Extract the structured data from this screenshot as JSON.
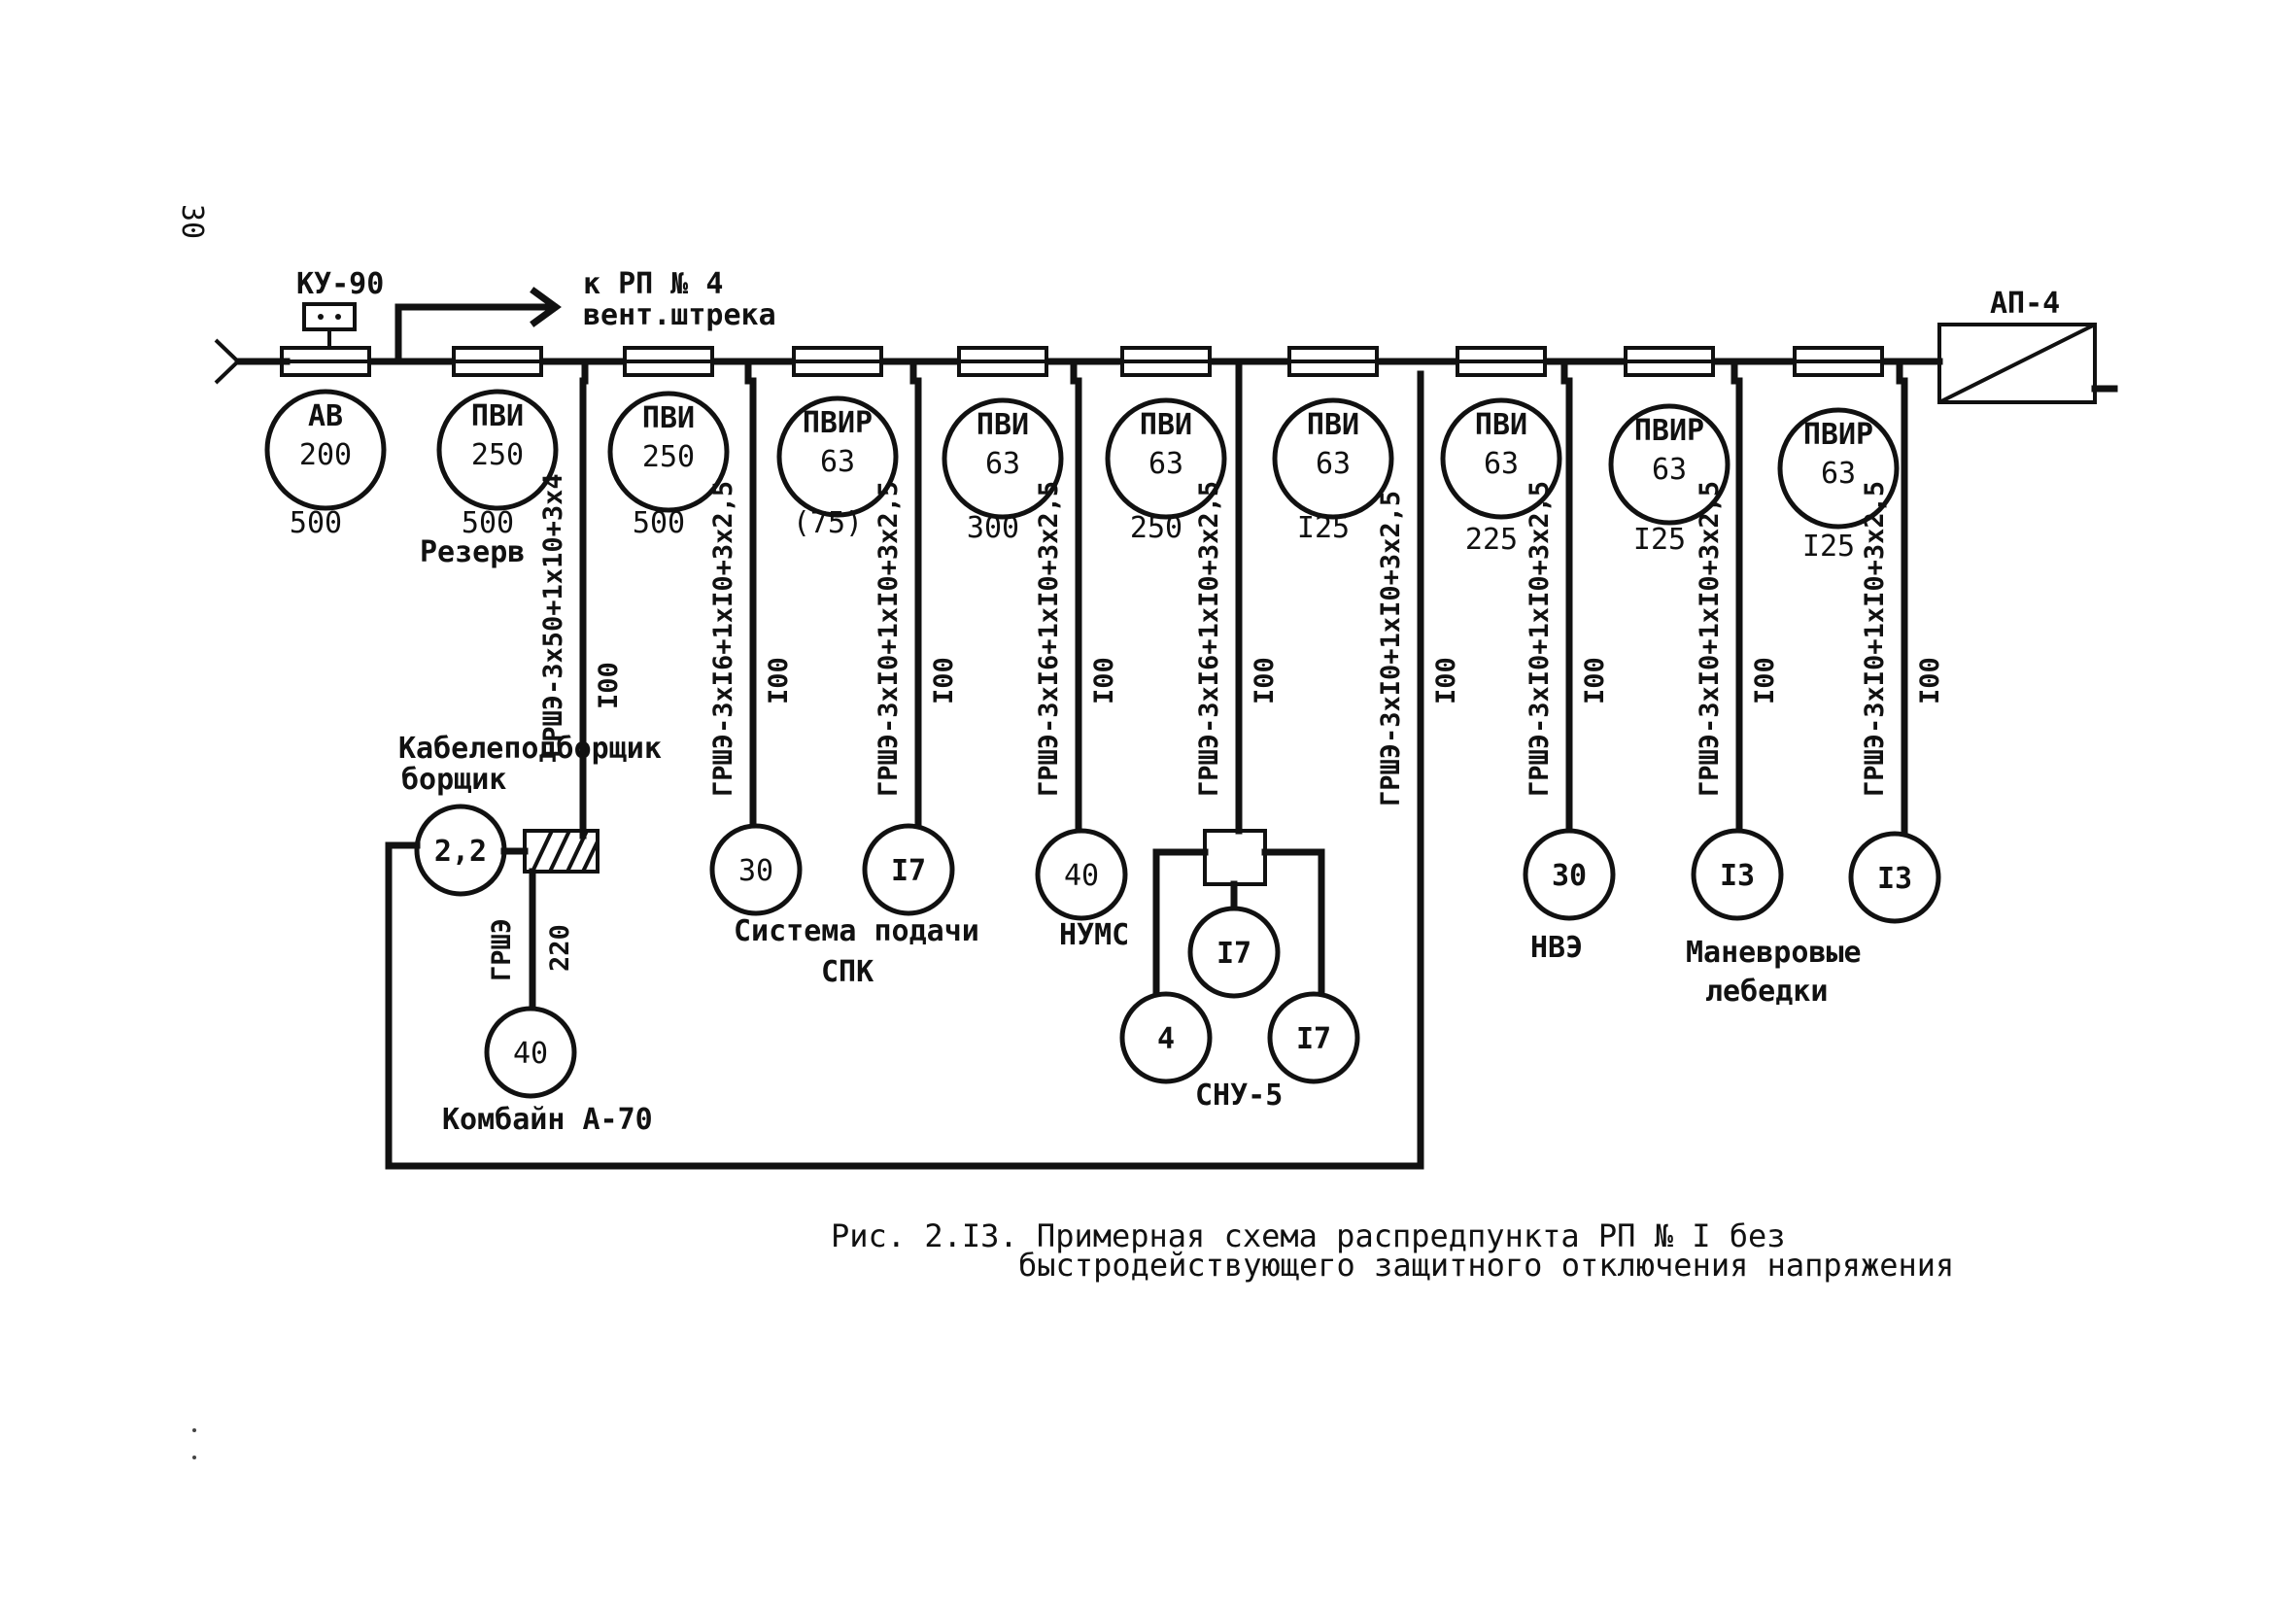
{
  "page_number": "30",
  "top": {
    "switch_label": "КУ-90",
    "arrow_label_line1": "к РП № 4",
    "arrow_label_line2": "вент.штрека",
    "end_device_label": "АП-4"
  },
  "starters": [
    {
      "name": "АВ",
      "rating": "200",
      "current": "500"
    },
    {
      "name": "ПВИ",
      "rating": "250",
      "current": "500",
      "note": "Резерв"
    },
    {
      "name": "ПВИ",
      "rating": "250",
      "current": "500"
    },
    {
      "name": "ПВИР",
      "rating": "63",
      "current": "(75)"
    },
    {
      "name": "ПВИ",
      "rating": "63",
      "current": "300"
    },
    {
      "name": "ПВИ",
      "rating": "63",
      "current": "250"
    },
    {
      "name": "ПВИ",
      "rating": "63",
      "current": "I25"
    },
    {
      "name": "ПВИ",
      "rating": "63",
      "current": "225"
    },
    {
      "name": "ПВИР",
      "rating": "63",
      "current": "I25"
    },
    {
      "name": "ПВИР",
      "rating": "63",
      "current": "I25"
    }
  ],
  "cables": [
    {
      "type": "ГРШЭ-3х50+1х10+3х4",
      "length": "I00"
    },
    {
      "type": "ГРШЭ-3хI6+1хI0+3х2,5",
      "length": "I00"
    },
    {
      "type": "ГРШЭ-3хI0+1хI0+3х2,5",
      "length": "I00"
    },
    {
      "type": "ГРШЭ-3хI6+1хI0+3х2,5",
      "length": "I00"
    },
    {
      "type": "ГРШЭ-3хI6+1хI0+3х2,5",
      "length": "I00"
    },
    {
      "type": "ГРШЭ-3хI0+1хI0+3х2,5",
      "length": "I00"
    },
    {
      "type": "ГРШЭ-3хI0+1хI0+3х2,5",
      "length": "I00"
    },
    {
      "type": "ГРШЭ-3хI0+1хI0+3х2,5",
      "length": "I00"
    },
    {
      "type": "ГРШЭ-3хI0+1хI0+3х2,5",
      "length": "I00"
    }
  ],
  "loads": {
    "cable_reel_label_line1": "Кабелеподборщик",
    "cable_reel_label_line2": "борщик",
    "cable_reel_power": "2,2",
    "combine_cable": "ГРШЭ",
    "combine_cable_length": "220",
    "combine_power": "40",
    "combine_label": "Комбайн А-70",
    "spk_power_1": "30",
    "spk_power_2": "I7",
    "spk_label_line1": "Система подачи",
    "spk_label_line2": "СПК",
    "nums_power": "40",
    "nums_label": "НУМС",
    "snu_power_1": "I7",
    "snu_power_2": "4",
    "snu_power_3": "I7",
    "snu_label": "СНУ-5",
    "nvz_power": "30",
    "nvz_label": "НВЭ",
    "winch_power_1": "I3",
    "winch_power_2": "I3",
    "winch_label_line1": "Маневровые",
    "winch_label_line2": "лебедки"
  },
  "caption": {
    "line1": "Рис. 2.I3. Примерная схема распредпункта РП № I без",
    "line2": "быстродействующего защитного отключения напряжения"
  }
}
